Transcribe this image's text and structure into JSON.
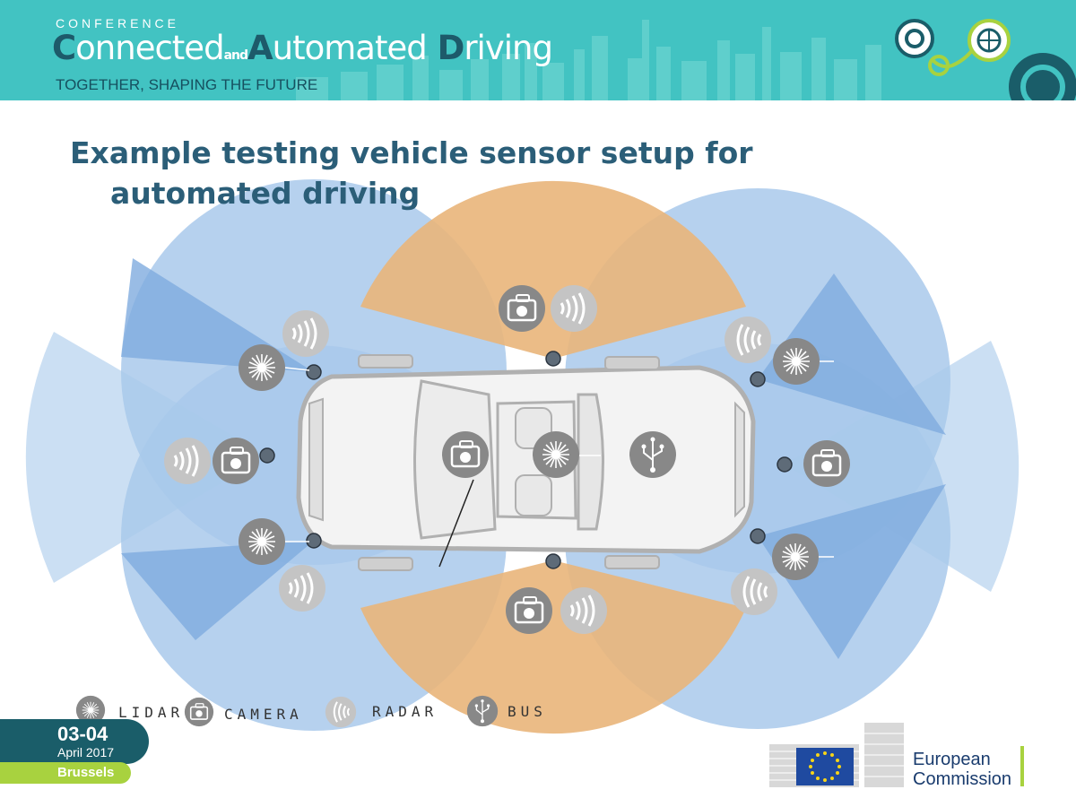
{
  "header": {
    "conference": "CONFERENCE",
    "title_c": "C",
    "title_onnected": "onnected",
    "title_and": "and",
    "title_a": "A",
    "title_utomated": "utomated",
    "title_d": "D",
    "title_riving": "riving",
    "tagline": "TOGETHER, SHAPING THE FUTURE",
    "icons": [
      "gear-icon",
      "globe-icon",
      "steering-wheel-icon"
    ]
  },
  "slide_title_line1": "Example testing vehicle sensor setup for",
  "slide_title_line2": "automated driving",
  "legend": {
    "lidar": "LIDAR",
    "camera": "CAMERA",
    "radar": "RADAR",
    "bus": "BUS"
  },
  "footer": {
    "date": "03-04",
    "month": "April 2017",
    "city": "Brussels",
    "org_line1": "European",
    "org_line2": "Commission"
  },
  "colors": {
    "header_bg": "#42c3c2",
    "lidar_zone": "#a9c9eb",
    "camera_zone": "#e9b57a",
    "radar_zone": "#8fb5e0",
    "title": "#2b5e78",
    "eu_blue": "#1f4aa0",
    "eu_star": "#f7d417"
  }
}
